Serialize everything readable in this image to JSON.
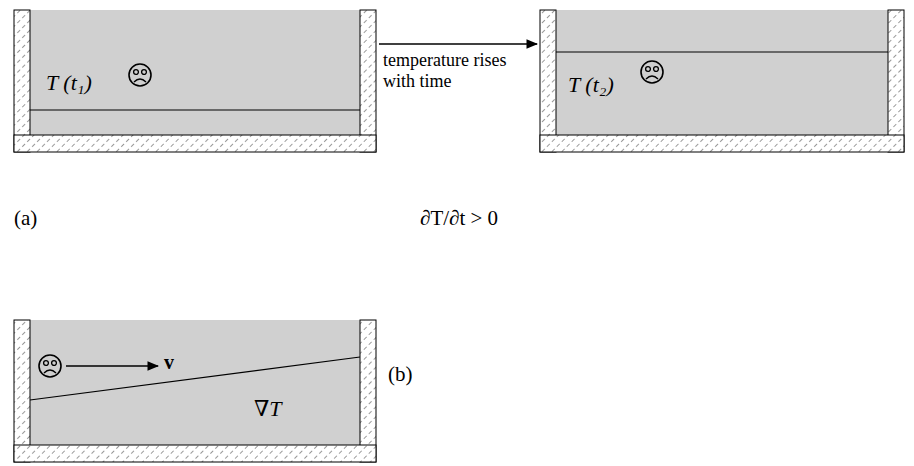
{
  "diagram": {
    "nodes": [
      {
        "text": [
          "T (t₁)"
        ]
      },
      {
        "text": [
          "T (t₂)"
        ]
      },
      {
        "text": [
          "∇T"
        ]
      }
    ],
    "edges": [
      {
        "from": 0,
        "to": 1,
        "arrow": "to",
        "label": "temperature rises with time"
      }
    ],
    "labels": [
      "(a)",
      "∂T/∂t > 0",
      "(b)",
      "v"
    ]
  }
}
